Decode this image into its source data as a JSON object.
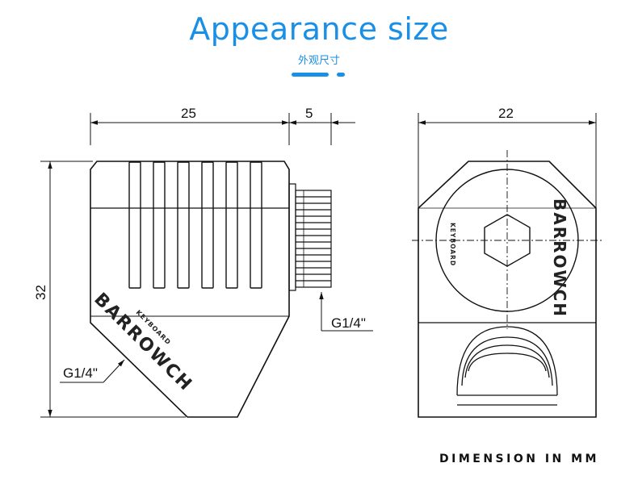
{
  "header": {
    "title": "Appearance size",
    "subtitle": "外观尺寸"
  },
  "colors": {
    "accent": "#1a8fe6",
    "line": "#111111"
  },
  "dimensions": {
    "body_length": "25",
    "thread_length": "5",
    "height": "32",
    "width": "22",
    "thread_side": "G1/4\"",
    "thread_bottom": "G1/4\""
  },
  "branding": {
    "logo_side": "BARROWCH",
    "logo_front": "BARROWCH",
    "sub_logo_side": "KEYBOARD",
    "sub_logo_front": "KEYBOARD"
  },
  "footer": {
    "note": "DIMENSION IN MM"
  }
}
